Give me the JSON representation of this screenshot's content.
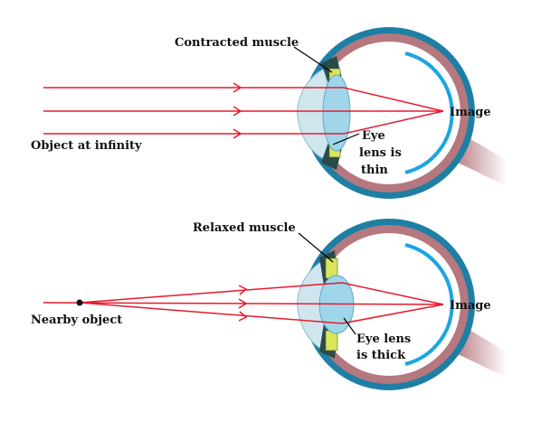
{
  "top_panel": {
    "muscle_label": "Contracted muscle",
    "object_label": "Object at infinity",
    "image_label": "Image",
    "lens_label_lines": [
      "Eye",
      "lens is",
      "thin"
    ]
  },
  "bottom_panel": {
    "muscle_label": "Relaxed muscle",
    "object_label": "Nearby object",
    "image_label": "Image",
    "lens_label_lines": [
      "Eye lens",
      "is thick"
    ]
  },
  "colors": {
    "ray": "#e8192c",
    "sclera": "#b5787e",
    "sclera_outline": "#1e7fa5",
    "retina": "#1aa6e0",
    "vitreous": "#ffffff",
    "cornea": "#cfe6ee",
    "lens": "#9fd6ea",
    "muscle": "#d9e65a",
    "ciliary_dark": "#2b4a4a"
  },
  "icons": [
    "arrow-head-icon",
    "object-point-icon"
  ]
}
